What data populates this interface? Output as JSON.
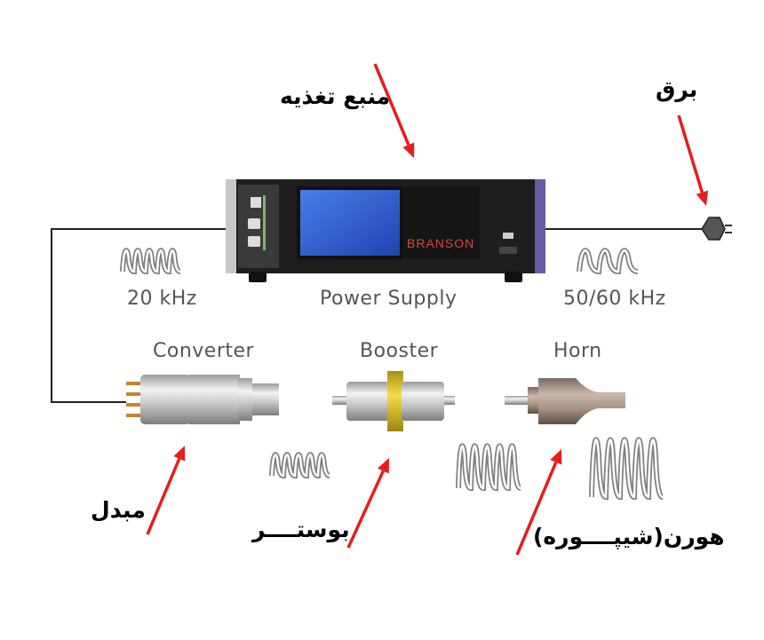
{
  "labels": {
    "power_supply": "Power Supply",
    "freq_left": "20 kHz",
    "freq_right": "50/60 kHz",
    "converter": "Converter",
    "booster": "Booster",
    "horn": "Horn",
    "brand": "BRANSON"
  },
  "persian": {
    "power_supply": "منبع تغذیه",
    "mains": "برق",
    "converter": "مبدل",
    "booster": "بوستــــر",
    "horn": "هورن(شیپــــوره)"
  },
  "colors": {
    "arrow": "#e81c1c",
    "wave": "#808080",
    "wire": "#222222",
    "screen": "#2f5fcf",
    "booster_band": "#d4b81a"
  }
}
